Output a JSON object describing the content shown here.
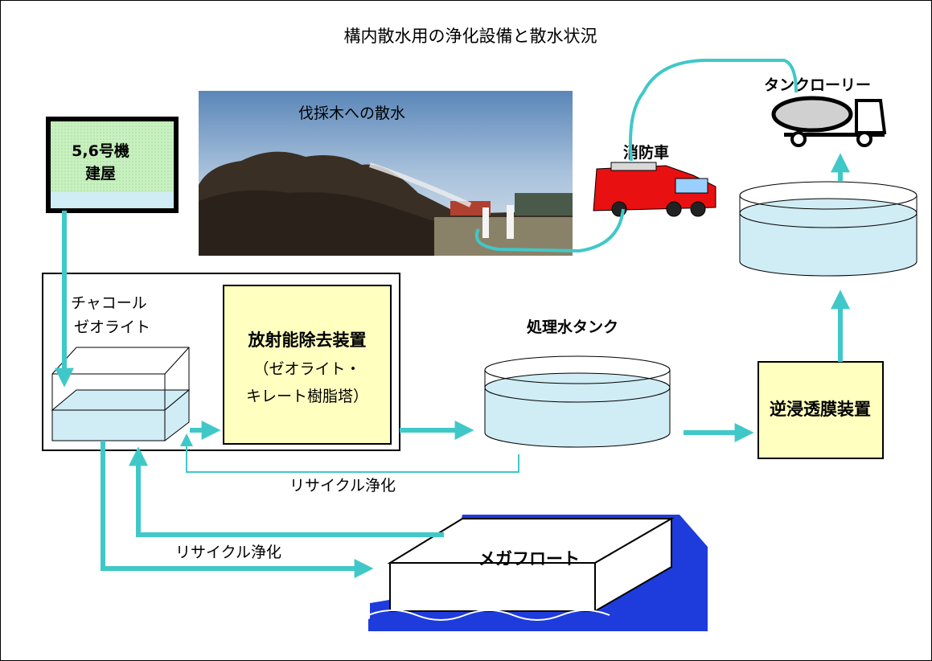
{
  "title": "構内散水用の浄化設備と散水状況",
  "building": {
    "line1": "5,6号機",
    "line2": "建屋"
  },
  "photo": {
    "caption": "伐採木への散水"
  },
  "charcoal": {
    "line1": "チャコール",
    "line2": "ゼオライト"
  },
  "removal_device": {
    "title": "放射能除去装置",
    "sub1": "（ゼオライト・",
    "sub2": "キレート樹脂塔）"
  },
  "tank": {
    "label": "処理水タンク"
  },
  "ro_device": {
    "label": "逆浸透膜装置"
  },
  "fire_truck": {
    "label": "消防車"
  },
  "tank_lorry": {
    "label": "タンクローリー"
  },
  "megafloat": {
    "label": "メガフロート"
  },
  "recycle_upper": "リサイクル浄化",
  "recycle_lower": "リサイクル浄化",
  "colors": {
    "flow": "#40c8c8",
    "building_fill": "#c8f0c0",
    "water": "#d0ecf4",
    "device_fill": "#ffffc0",
    "sea": "#1e3cdc",
    "truck_red": "#e81010"
  }
}
